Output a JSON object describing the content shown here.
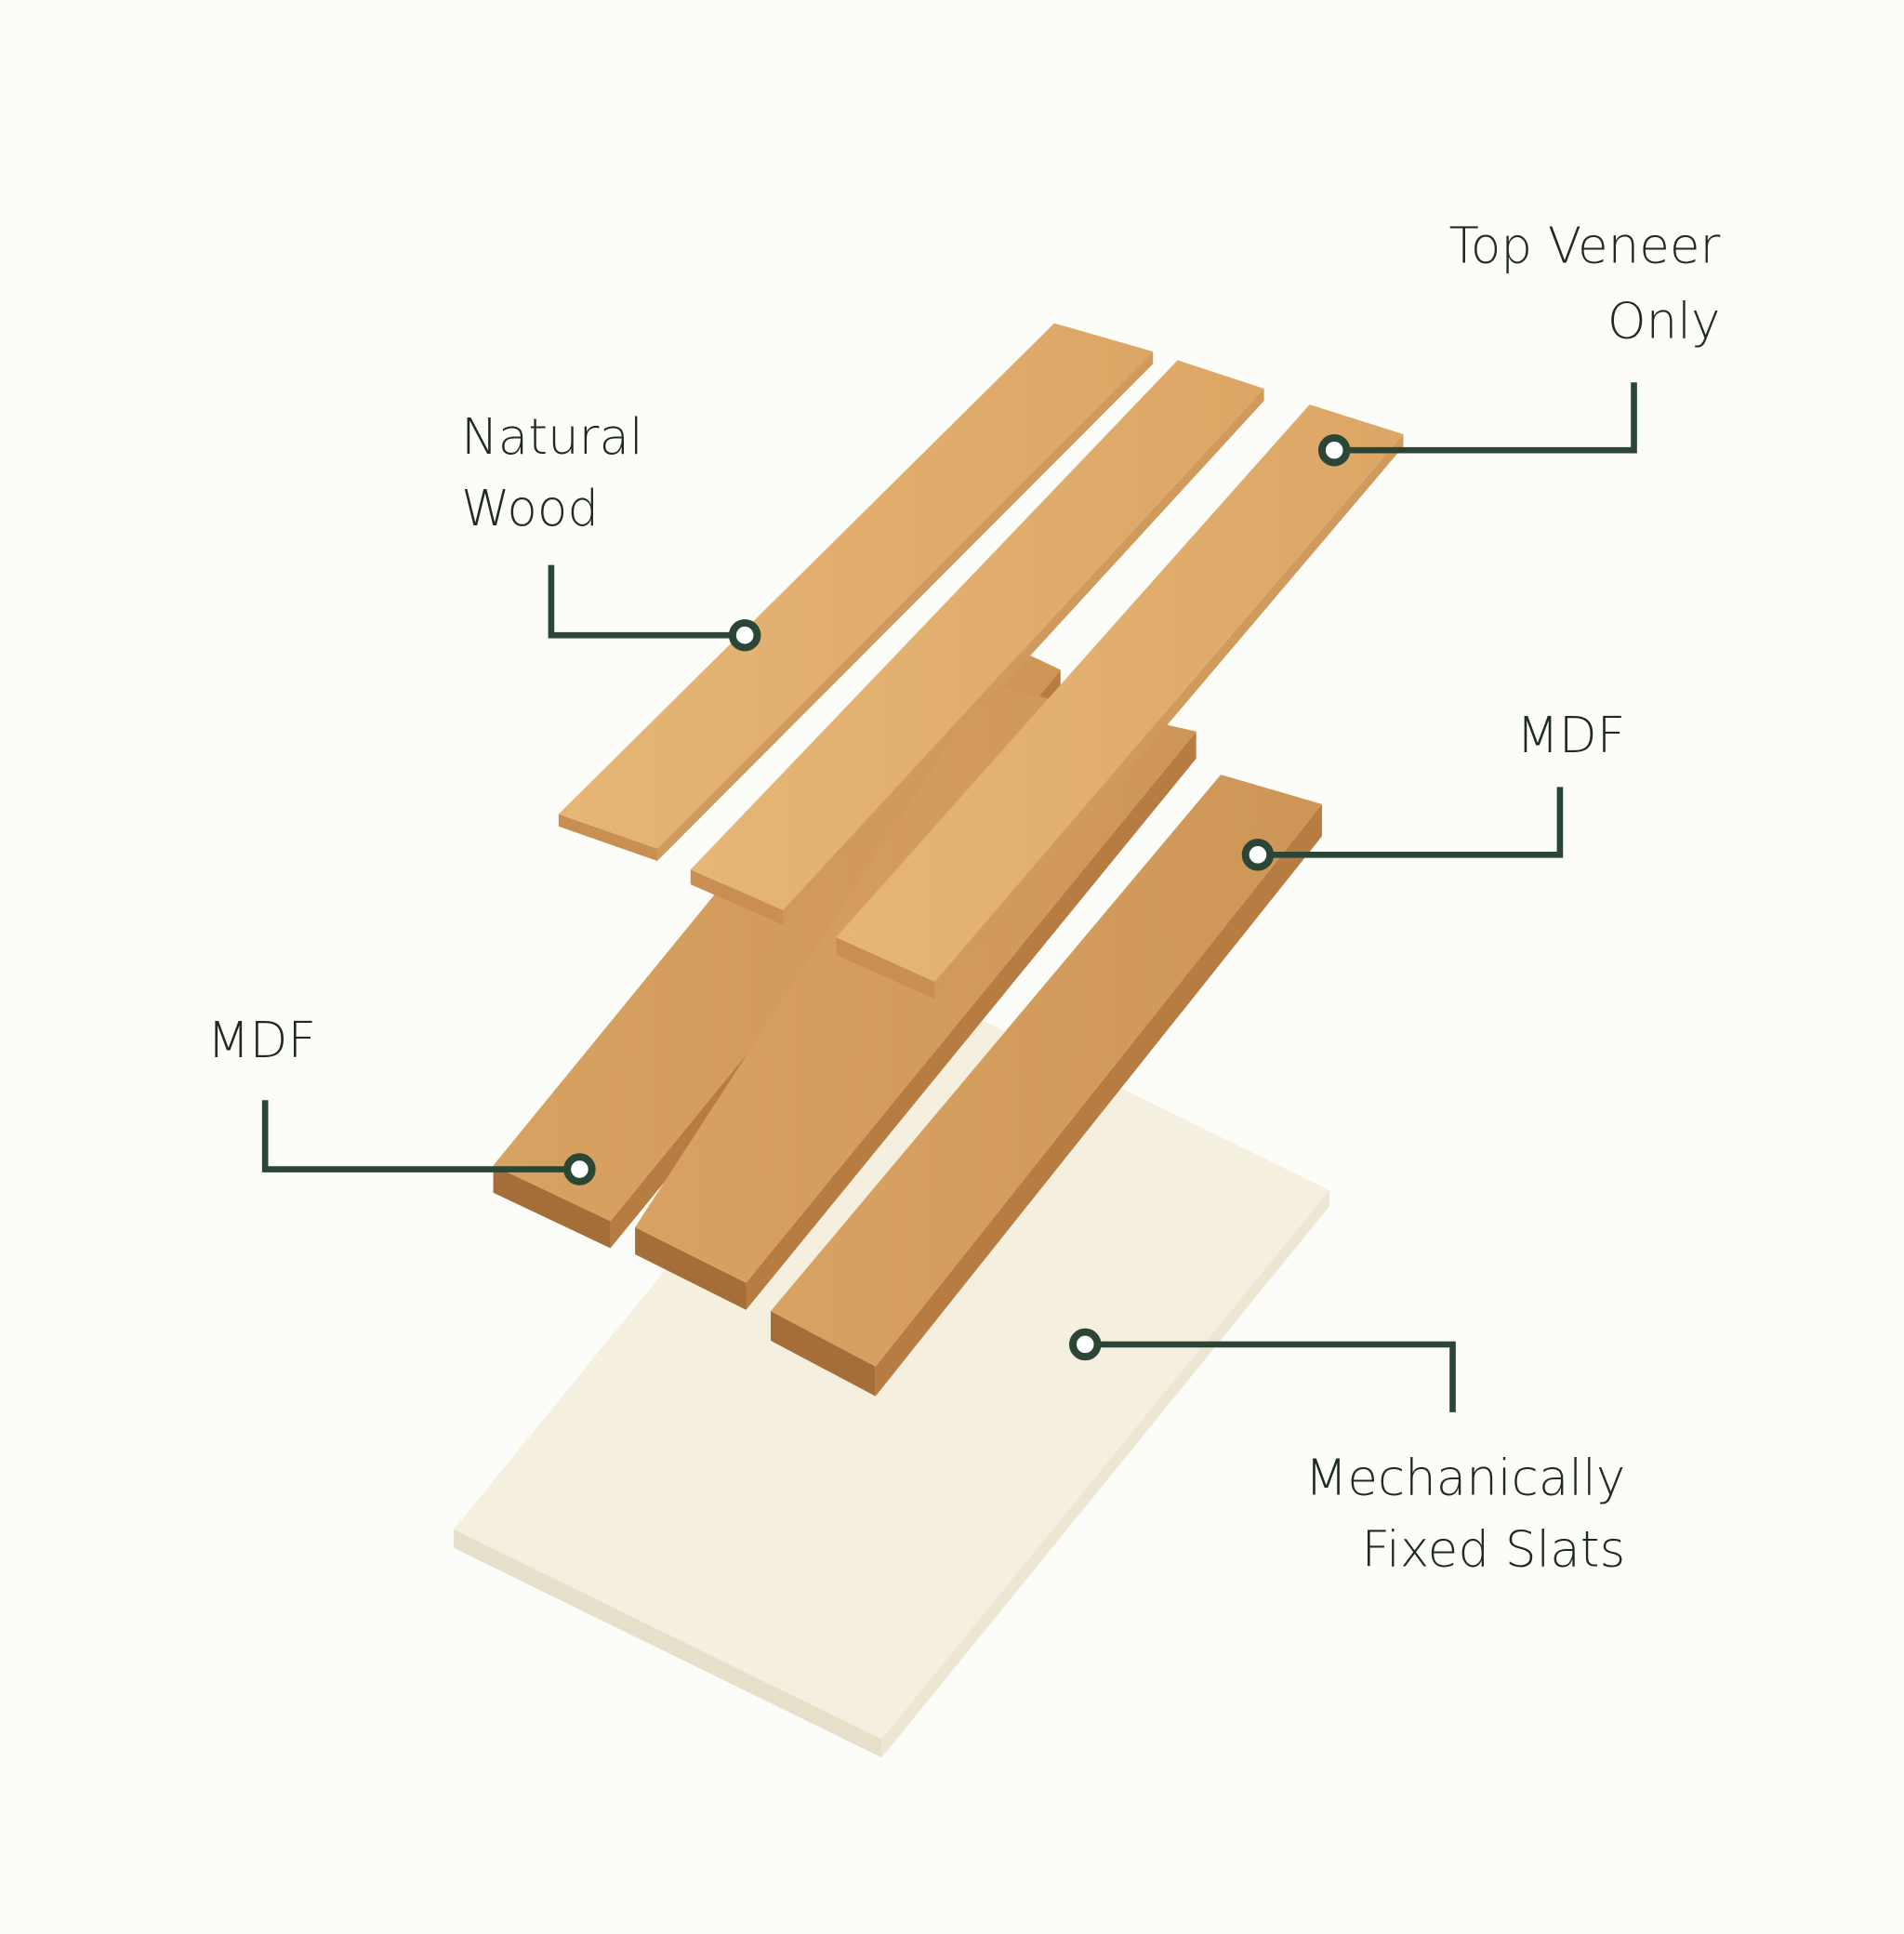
{
  "labels": {
    "top_veneer": [
      "Top Veneer",
      "Only"
    ],
    "natural_wood": [
      "Natural",
      "Wood"
    ],
    "mdf_right": "MDF",
    "mdf_left": "MDF",
    "fixed_slats": [
      "Mechanically",
      "Fixed Slats"
    ]
  },
  "colors": {
    "background": "#fcfcf8",
    "leader_line": "#2c4636",
    "veneer": "#e2ae6c",
    "mdf": "#d49d5e",
    "base_board": "#f4efdf"
  }
}
